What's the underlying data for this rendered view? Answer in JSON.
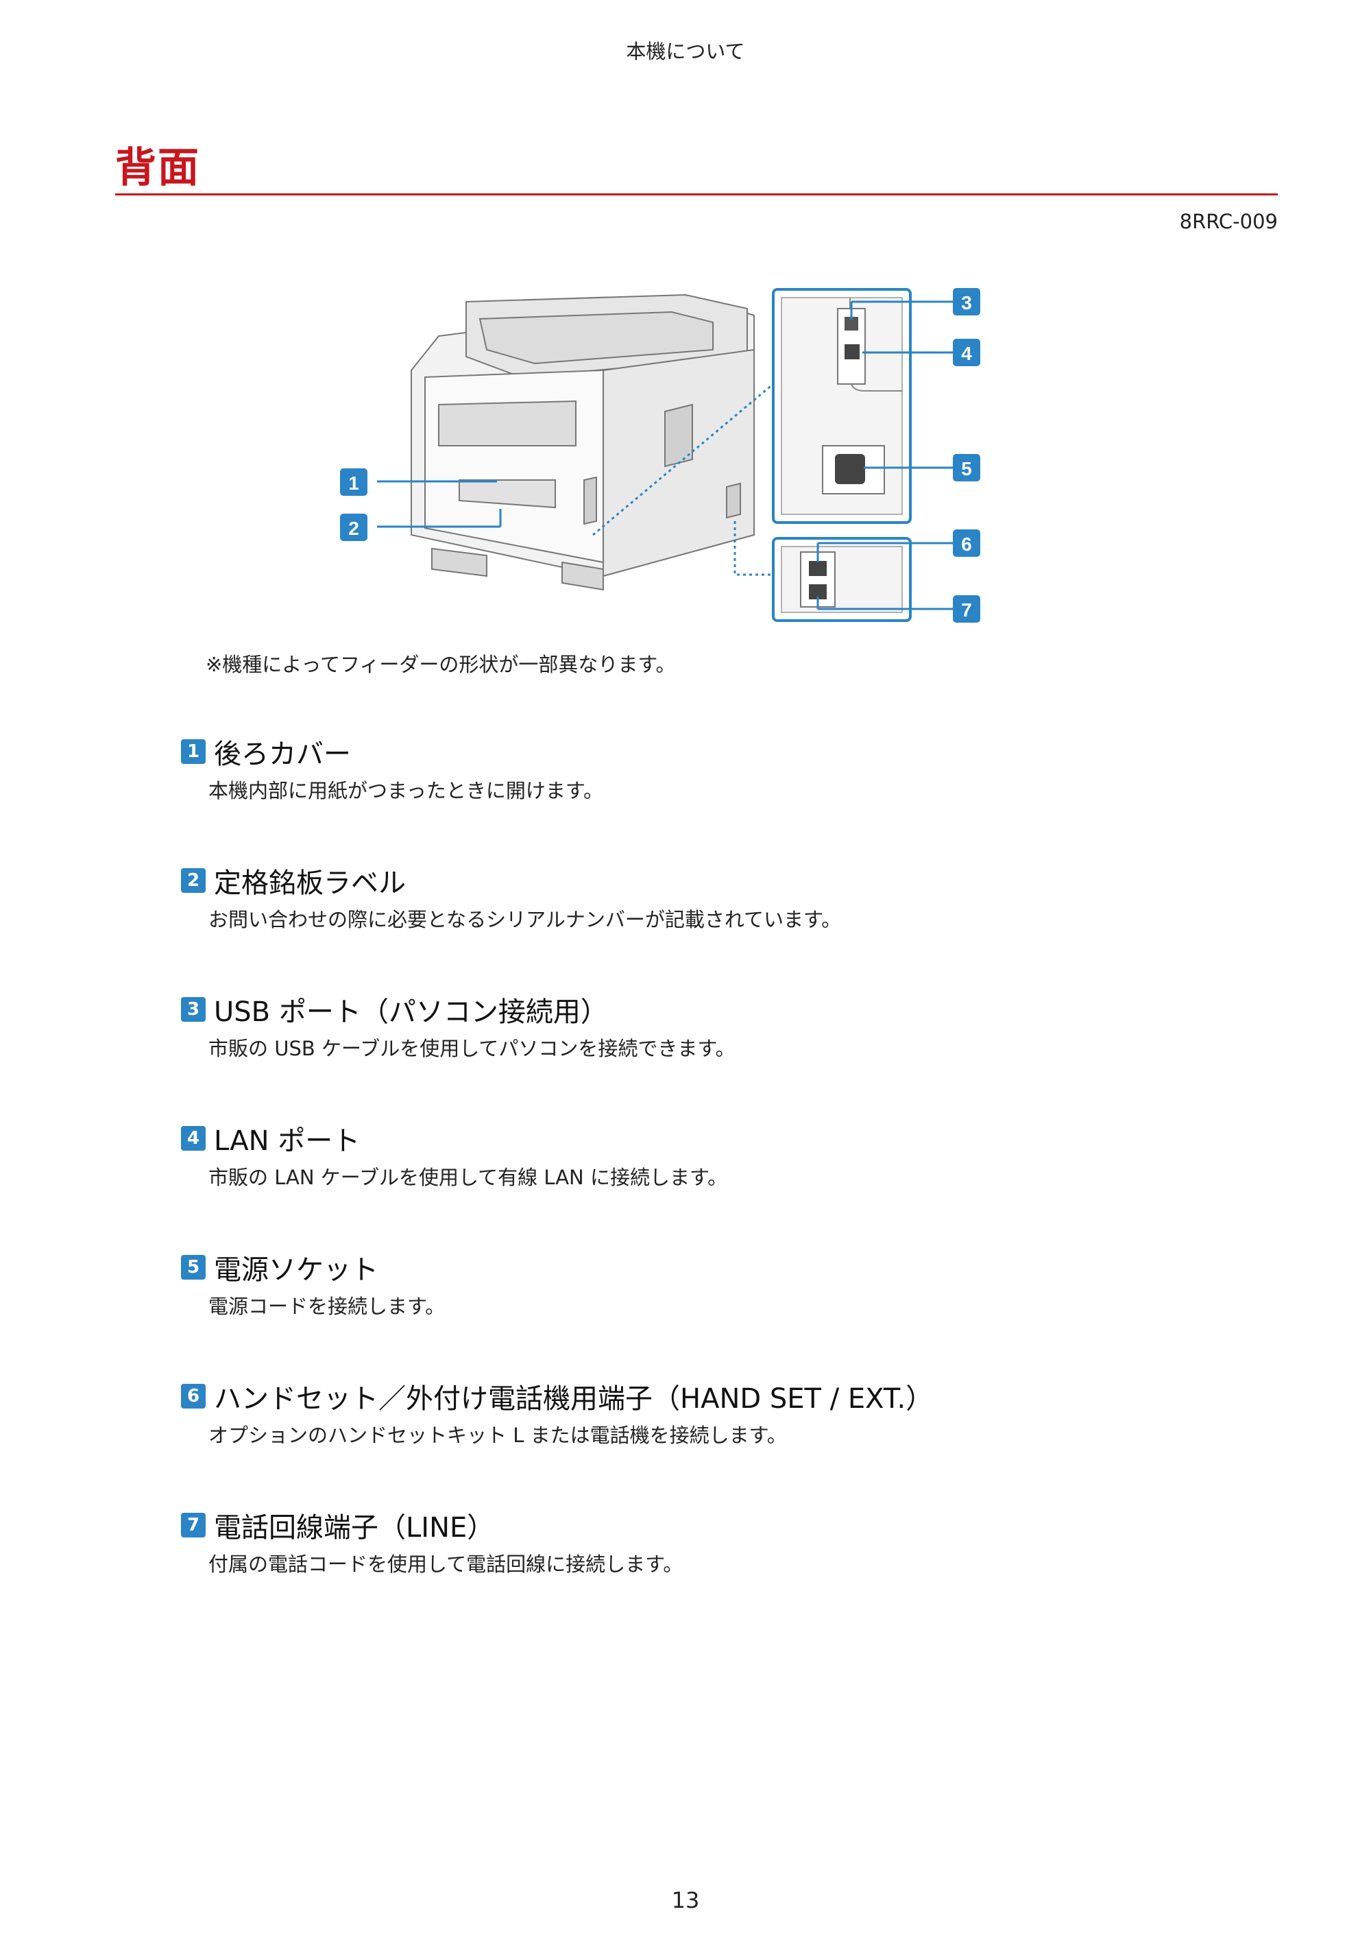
{
  "header": {
    "running_title": "本機について"
  },
  "page": {
    "title": "背面",
    "doc_code": "8RRC-009",
    "page_number": "13"
  },
  "figure": {
    "callouts": [
      "1",
      "2",
      "3",
      "4",
      "5",
      "6",
      "7"
    ],
    "note": "※機種によってフィーダーの形状が一部異なります。"
  },
  "items": [
    {
      "number": "1",
      "title": "後ろカバー",
      "description": "本機内部に用紙がつまったときに開けます。"
    },
    {
      "number": "2",
      "title": "定格銘板ラベル",
      "description": "お問い合わせの際に必要となるシリアルナンバーが記載されています。"
    },
    {
      "number": "3",
      "title": "USB ポート（パソコン接続用）",
      "description": "市販の USB ケーブルを使用してパソコンを接続できます。"
    },
    {
      "number": "4",
      "title": "LAN ポート",
      "description": "市販の LAN ケーブルを使用して有線 LAN に接続します。"
    },
    {
      "number": "5",
      "title": "電源ソケット",
      "description": "電源コードを接続します。"
    },
    {
      "number": "6",
      "title": "ハンドセット／外付け電話機用端子（HAND SET / EXT.）",
      "description": "オプションのハンドセットキット L または電話機を接続します。"
    },
    {
      "number": "7",
      "title": "電話回線端子（LINE）",
      "description": "付属の電話コードを使用して電話回線に接続します。"
    }
  ],
  "colors": {
    "accent_red": "#c8161d",
    "callout_blue": "#2a84c5"
  }
}
